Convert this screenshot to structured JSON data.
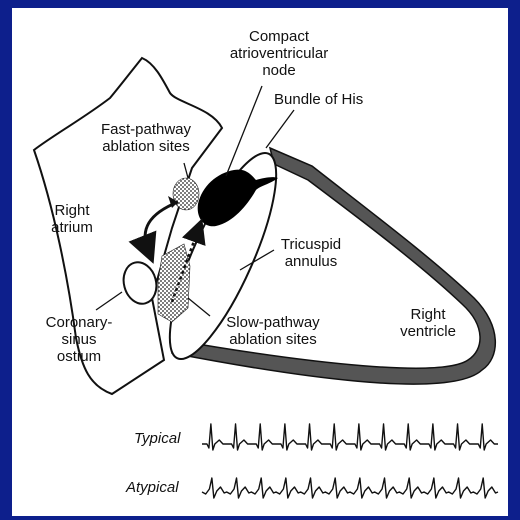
{
  "labels": {
    "compact_av_node": [
      "Compact",
      "atrioventricular",
      "node"
    ],
    "bundle_of_his": "Bundle of His",
    "fast_pathway": [
      "Fast-pathway",
      "ablation sites"
    ],
    "right_atrium": [
      "Right",
      "atrium"
    ],
    "tricuspid_annulus": [
      "Tricuspid",
      "annulus"
    ],
    "right_ventricle": [
      "Right",
      "ventricle"
    ],
    "coronary_sinus": [
      "Coronary-",
      "sinus",
      "ostium"
    ],
    "slow_pathway": [
      "Slow-pathway",
      "ablation sites"
    ]
  },
  "ecg": {
    "typical_label": "Typical",
    "atypical_label": "Atypical"
  },
  "colors": {
    "border": "#0d1f8c",
    "background": "#ffffff",
    "ink": "#111111",
    "ventricle_band": "#555555"
  }
}
